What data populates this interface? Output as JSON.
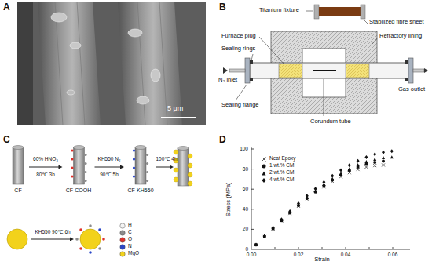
{
  "diagram": {
    "nodes": [
      {
        "text": [
          "CF"
        ]
      },
      {
        "text": [
          "CF-COOH"
        ]
      },
      {
        "text": [
          "CF-KH550"
        ]
      }
    ],
    "edges": [
      {
        "from": 0,
        "to": 1,
        "arrow": "to"
      },
      {
        "from": 1,
        "to": 2,
        "arrow": "to"
      }
    ],
    "labels": [
      "A",
      "5 μm",
      "B",
      "Titanium fixture",
      "Stabilized fibre sheet",
      "Furnace plug",
      "Sealing rings",
      "Refractory lining",
      "N₂ inlet",
      "Gas outlet",
      "Sealing flange",
      "Corundum tube",
      "C",
      "60% HNO₃",
      "80℃ 3h",
      "KH550 N₂",
      "90℃ 5h",
      "100℃ 4h",
      "KH550 90℃ 6h",
      "D",
      "Stress (MPa)",
      "Strain",
      "0",
      "20",
      "40",
      "60",
      "80",
      "100",
      "0.00",
      "0.02",
      "0.04",
      "0.06"
    ],
    "legend": [
      {
        "text": "H",
        "color": "#f4f4f4"
      },
      {
        "text": "C",
        "color": "#8c8c8c"
      },
      {
        "text": "O",
        "color": "#e0302a"
      },
      {
        "text": "N",
        "color": "#2a46c8"
      },
      {
        "text": "MgO",
        "color": "#f2d21b"
      },
      {
        "text": "Neat Epoxy"
      },
      {
        "text": "1 wt.% CM"
      },
      {
        "text": "2 wt.% CM"
      },
      {
        "text": "4 wt.% CM"
      }
    ]
  }
}
